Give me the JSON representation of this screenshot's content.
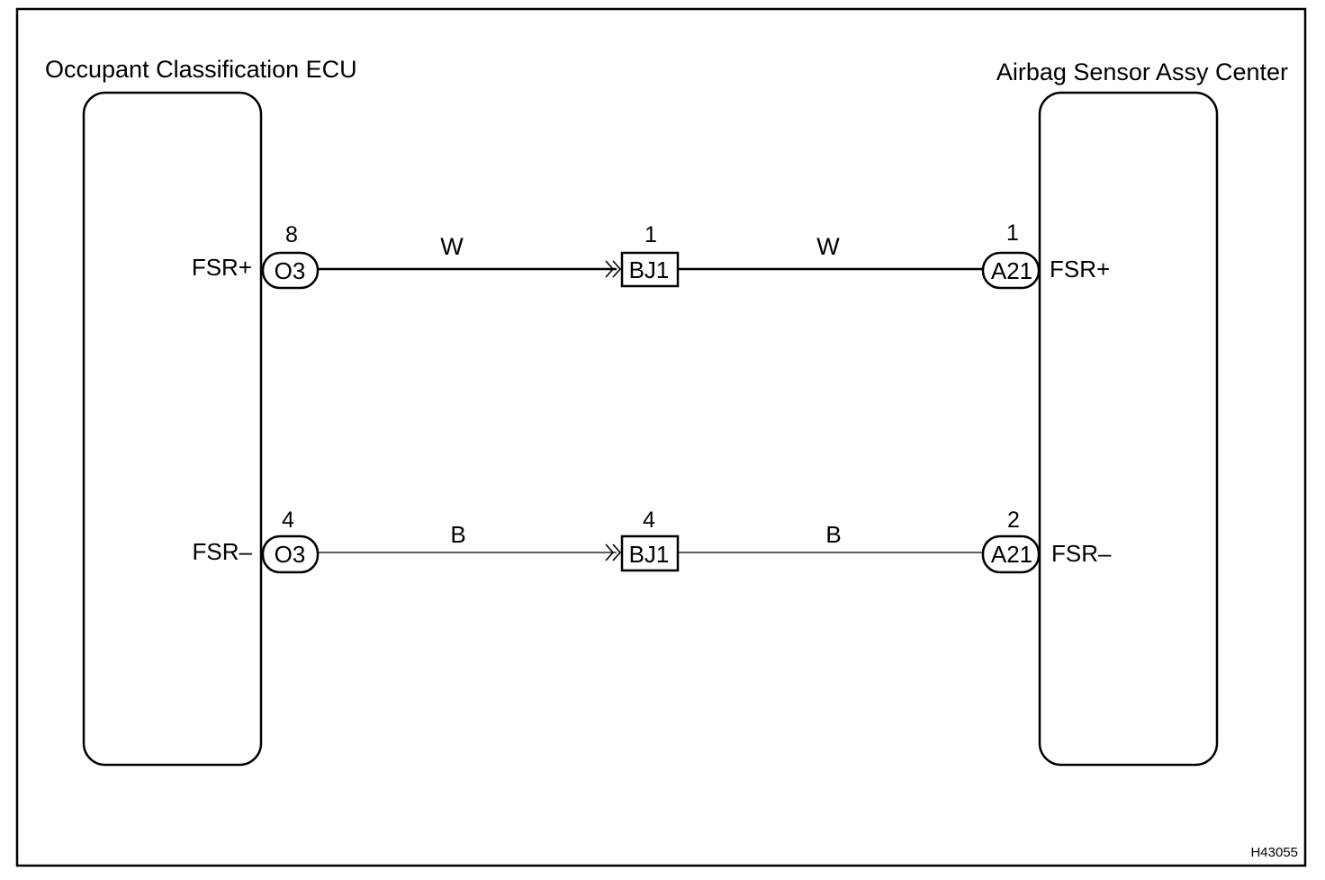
{
  "diagram": {
    "left_component": {
      "name": "Occupant Classification ECU"
    },
    "right_component": {
      "name": "Airbag Sensor Assy Center"
    },
    "figure_id": "H43055",
    "circuits": [
      {
        "left_terminal": "FSR+",
        "left_connector": "O3",
        "left_pin": "8",
        "wire_color_left": "W",
        "junction_connector": "BJ1",
        "junction_pin": "1",
        "wire_color_right": "W",
        "right_connector": "A21",
        "right_pin": "1",
        "right_terminal": "FSR+"
      },
      {
        "left_terminal": "FSR–",
        "left_connector": "O3",
        "left_pin": "4",
        "wire_color_left": "B",
        "junction_connector": "BJ1",
        "junction_pin": "4",
        "wire_color_right": "B",
        "right_connector": "A21",
        "right_pin": "2",
        "right_terminal": "FSR–"
      }
    ]
  }
}
